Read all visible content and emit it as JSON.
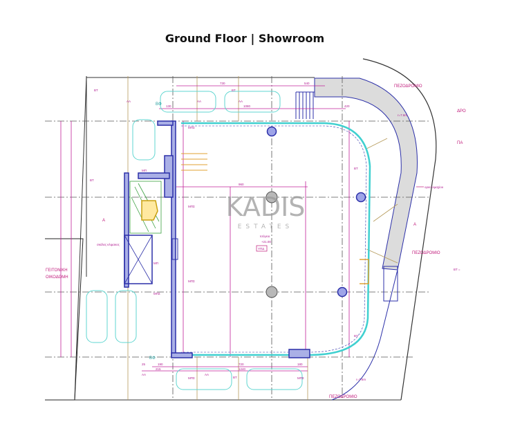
{
  "title": "Ground Floor | Showroom",
  "watermark": {
    "brand": "KADIS",
    "sub": "ESTATES"
  },
  "labels": {
    "sidewalk_top": "ΠΕΖΟΔΡΟΜΙΟ",
    "sidewalk_right": "ΠΕΖΟΔΡΟΜΙΟ",
    "sidewalk_bottom": "ΠΕΖΟΔΡΟΜΙΟ",
    "neighbor_line1": "ΓΕΙΤΟΝΙΚΗ",
    "neighbor_line2": "ΟΙΚΟΔΟΜΗ",
    "plot_limit": "ορια τεμαχίου",
    "radius_top": "r=7.6m",
    "radius_bottom": "r=7.6m",
    "road_top": "ΔΡΟ",
    "road_mid": "ΠΑ",
    "bt_note": "ΒΤ =",
    "showroom_tag": "ΥΠΔ",
    "level": "Ισόγειο",
    "elevation": "+21.00",
    "section_a": "A",
    "mps": "ΜΠΣ",
    "mp": "ΜΠ",
    "bt": "ΒΤ",
    "aa": "ΑΑ",
    "stairs_note": "σκάλες κλιμακος",
    "bp": "ΒΦ"
  },
  "dimensions": [
    "730",
    "540",
    "1080",
    "130",
    "420",
    "960",
    "190",
    "720",
    "1240",
    "215",
    "25",
    "180"
  ],
  "colors": {
    "walls": "#2b2fa8",
    "annotations": "#c0187a",
    "glazing": "#3fd0d0",
    "grid": "#8a6a30",
    "sidewalk": "#d9d9d9"
  }
}
